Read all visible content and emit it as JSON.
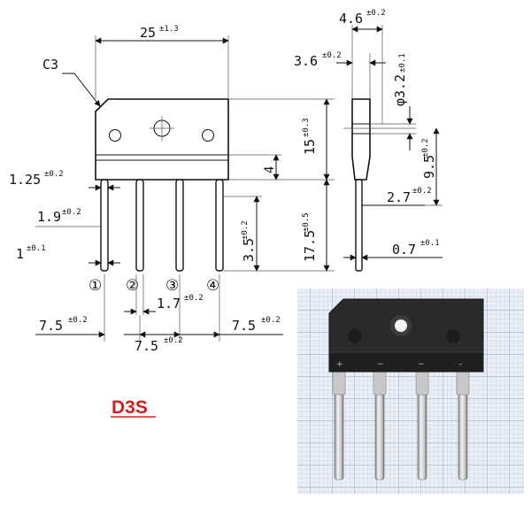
{
  "callout": {
    "chamfer": "C3"
  },
  "front_view": {
    "width": {
      "value": "25",
      "tol": "±1.3"
    },
    "height": {
      "value": "15",
      "tol": "±0.3"
    },
    "band": {
      "value": "4"
    },
    "pin_end_offset": {
      "value": "3.5",
      "tol": "±0.2"
    },
    "lead_length": {
      "value": "17.5",
      "tol": "±0.5"
    },
    "pin_thickness": {
      "value": "1.25",
      "tol": "±0.2"
    },
    "pin_width": {
      "value": "1.9",
      "tol": "±0.2"
    },
    "pin_tip": {
      "value": "1",
      "tol": "±0.1"
    },
    "pin_gap": {
      "value": "1.7",
      "tol": "±0.2"
    },
    "pitch_left": {
      "value": "7.5",
      "tol": "±0.2"
    },
    "pitch_mid": {
      "value": "7.5",
      "tol": "±0.2"
    },
    "pitch_right": {
      "value": "7.5",
      "tol": "±0.2"
    },
    "pin_labels": [
      "①",
      "②",
      "③",
      "④"
    ]
  },
  "side_view": {
    "depth": {
      "value": "4.6",
      "tol": "±0.2"
    },
    "step": {
      "value": "3.6",
      "tol": "±0.2"
    },
    "hole": {
      "value": "φ3.2",
      "tol": "±0.1"
    },
    "lead_offset": {
      "value": "9.5",
      "tol": "±0.2"
    },
    "lead_step": {
      "value": "2.7",
      "tol": "±0.2"
    },
    "lead_thick": {
      "value": "0.7",
      "tol": "±0.1"
    }
  },
  "part_name": "D3S",
  "photo": {
    "pin_marks": [
      "+",
      "~",
      "~",
      "–"
    ]
  }
}
